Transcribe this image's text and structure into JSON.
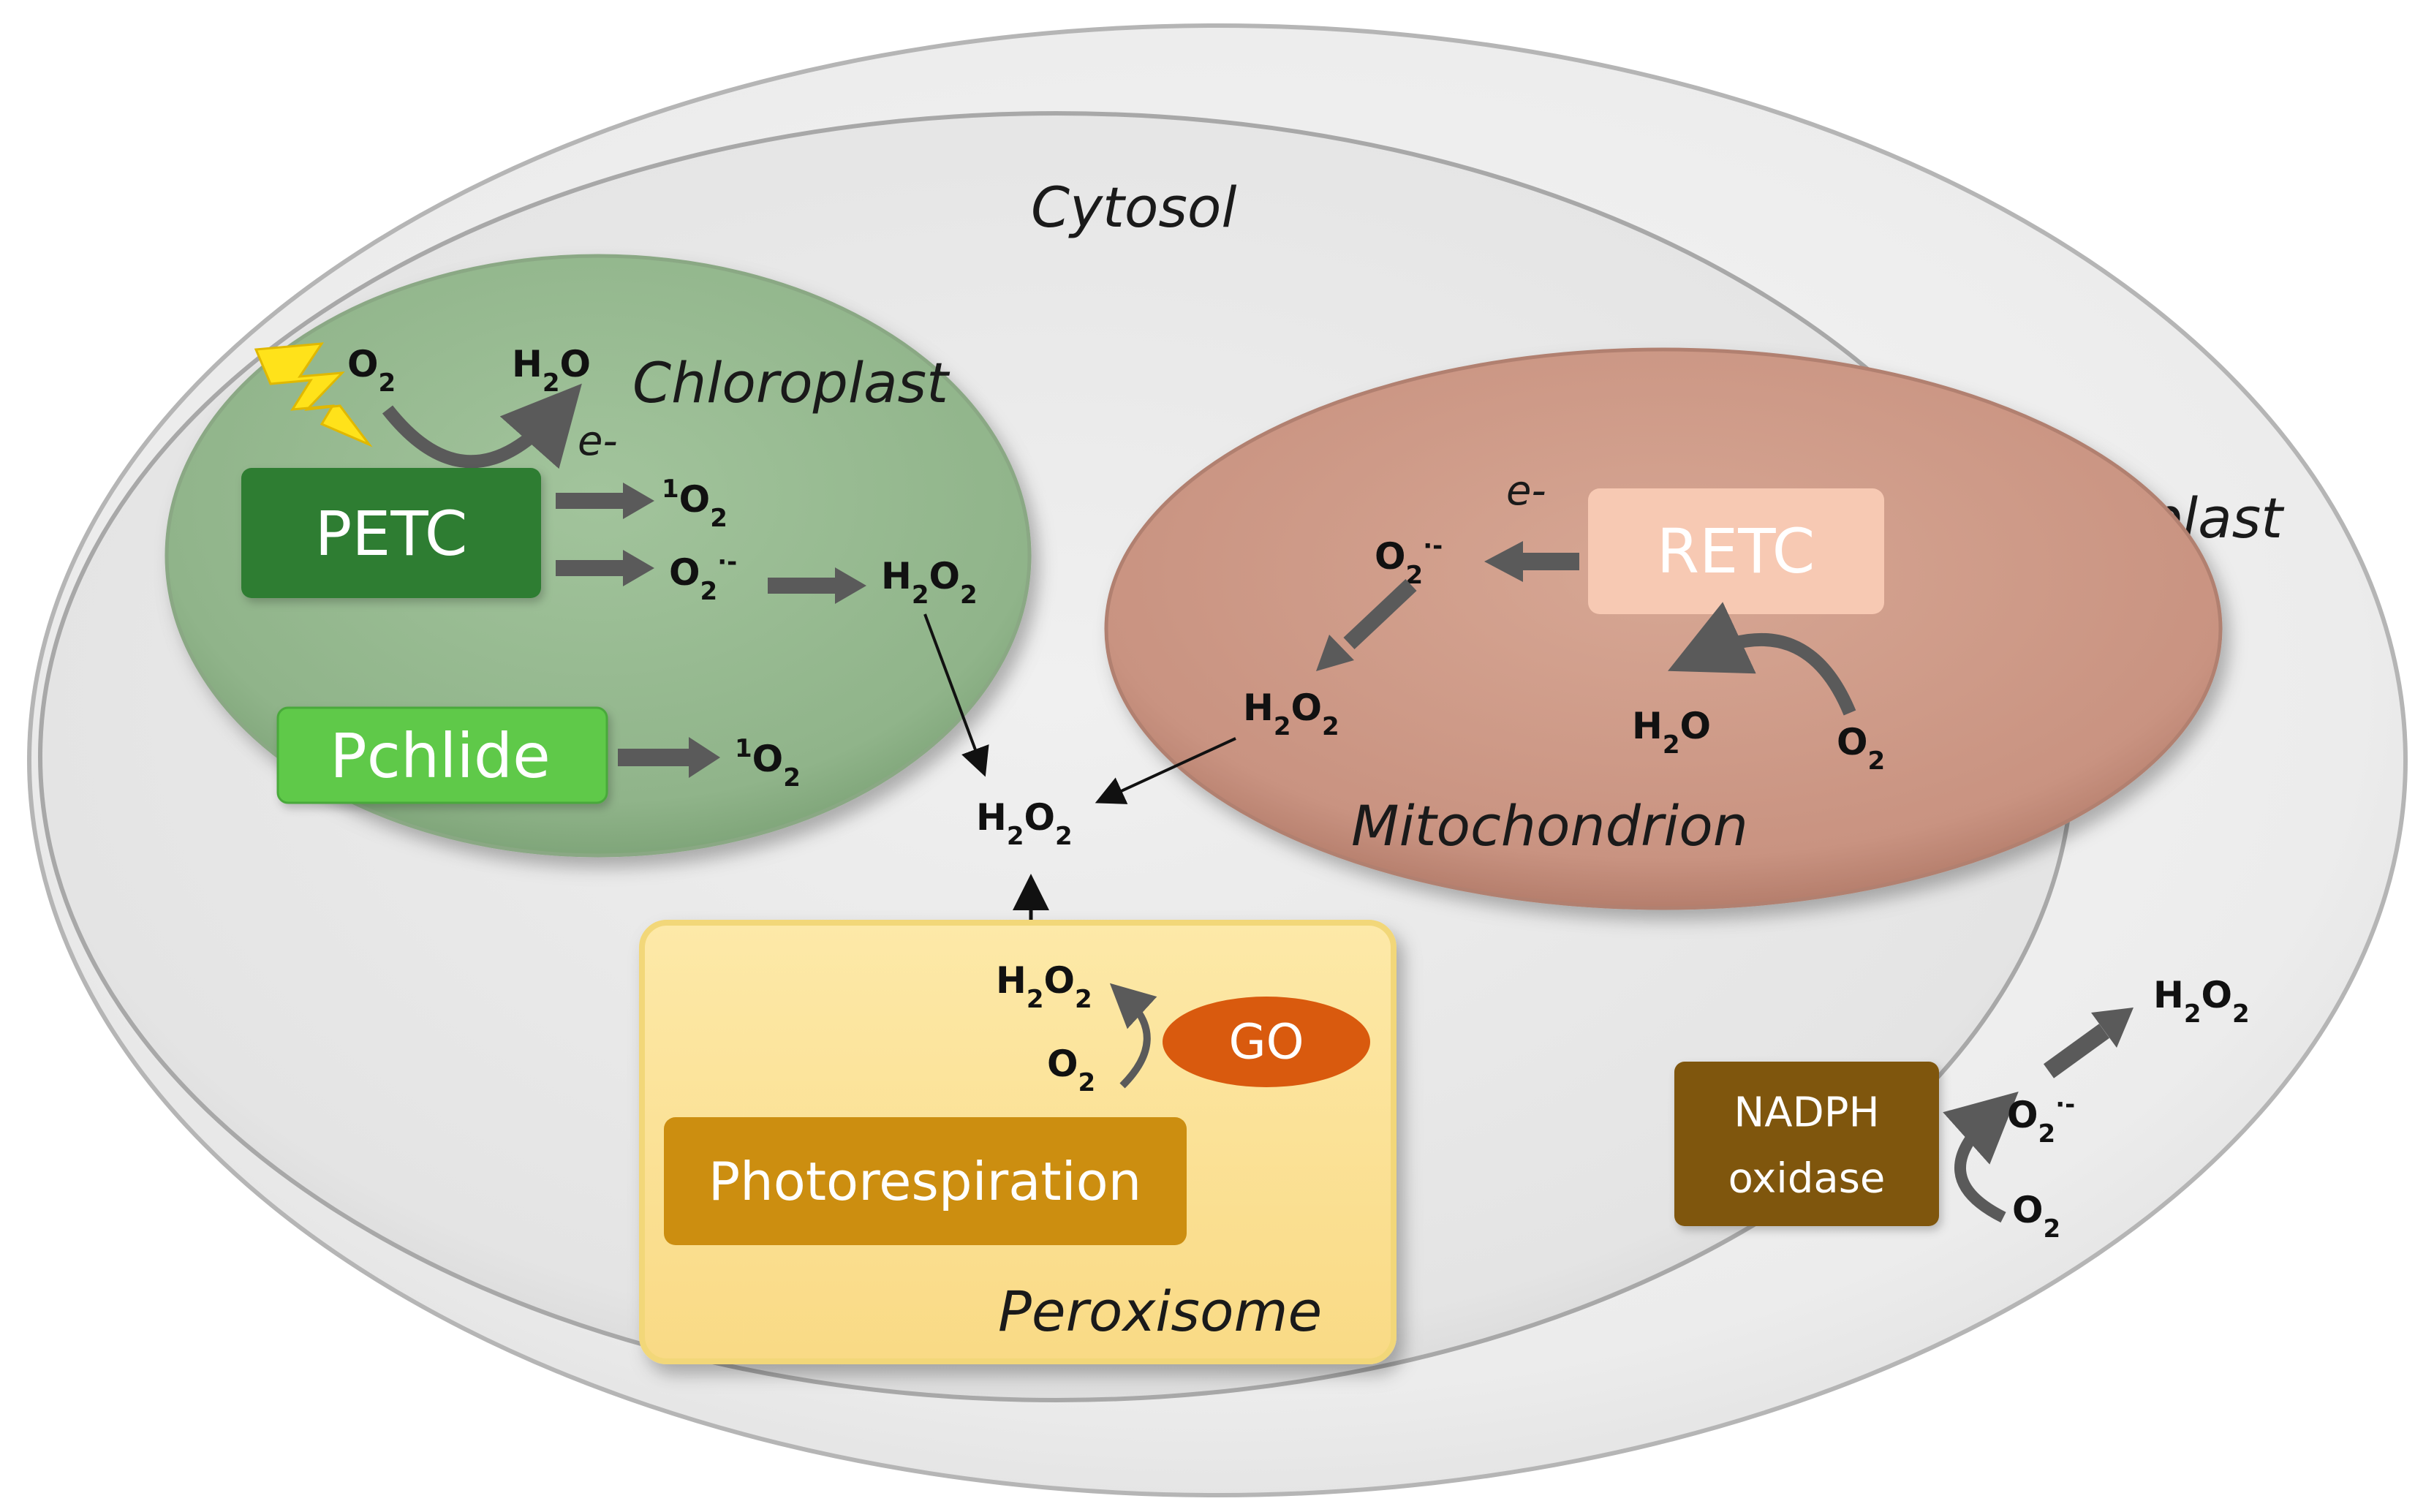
{
  "compartments": {
    "cytosol": "Cytosol",
    "apoplast": "Apoplast",
    "chloroplast": "Chloroplast",
    "mitochondrion": "Mitochondrion",
    "peroxisome": "Peroxisome"
  },
  "chloroplast": {
    "petc": "PETC",
    "pchlide": "Pchlide",
    "o2_in": {
      "base": "O",
      "sub": "2",
      "sup": ""
    },
    "h2o_out": {
      "pre": "H",
      "sub": "2",
      "post": "O"
    },
    "electron": "e-",
    "singlet_o2_1": {
      "sup": "1",
      "base": "O",
      "sub": "2"
    },
    "superoxide": {
      "base": "O",
      "sub": "2",
      "sup": "·-"
    },
    "h2o2": {
      "pre": "H",
      "sub1": "2",
      "mid": "O",
      "sub2": "2"
    },
    "singlet_o2_2": {
      "sup": "1",
      "base": "O",
      "sub": "2"
    }
  },
  "mitochondrion": {
    "retc": "RETC",
    "electron": "e-",
    "superoxide": {
      "base": "O",
      "sub": "2",
      "sup": "·-"
    },
    "h2o2": {
      "pre": "H",
      "sub1": "2",
      "mid": "O",
      "sub2": "2"
    },
    "h2o": {
      "pre": "H",
      "sub": "2",
      "post": "O"
    },
    "o2": {
      "base": "O",
      "sub": "2"
    }
  },
  "cytosol_center": {
    "h2o2": {
      "pre": "H",
      "sub1": "2",
      "mid": "O",
      "sub2": "2"
    }
  },
  "peroxisome": {
    "h2o2": {
      "pre": "H",
      "sub1": "2",
      "mid": "O",
      "sub2": "2"
    },
    "o2": {
      "base": "O",
      "sub": "2"
    },
    "go": "GO",
    "photorespiration": "Photorespiration"
  },
  "apoplast_side": {
    "nadph_line1": "NADPH",
    "nadph_line2": "oxidase",
    "superoxide": {
      "base": "O",
      "sub": "2",
      "sup": "·-"
    },
    "o2": {
      "base": "O",
      "sub": "2"
    },
    "h2o2": {
      "pre": "H",
      "sub1": "2",
      "mid": "O",
      "sub2": "2"
    }
  },
  "icons": [
    "lightning-icon"
  ],
  "colors": {
    "petc_box": "#2E7D32",
    "pchlide_box": "#5FC94A",
    "chloroplast_fill": "#94B98E",
    "mitochondrion_fill": "#CF9A86",
    "retc_box": "#F7C9B3",
    "peroxisome_fill": "#FBE39A",
    "photorespiration_box": "#CC8E10",
    "go_ellipse": "#D95A0E",
    "nadph_box": "#7F5709",
    "arrow_gray": "#5A5A5A",
    "lightning": "#FFE21A"
  }
}
